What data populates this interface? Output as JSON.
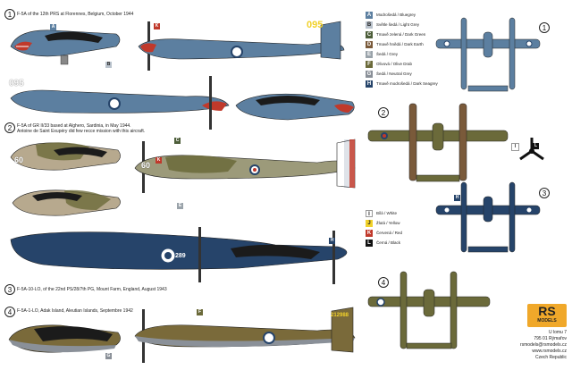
{
  "colors": {
    "blue_grey": "#5c7fa0",
    "light_grey": "#b9c2cc",
    "dark_green": "#4d5e3a",
    "dark_earth": "#7a5a3a",
    "grey": "#9aa3aa",
    "olive_drab": "#6b6a3a",
    "neutral_grey": "#8a9098",
    "dark_sea_blue": "#26446a",
    "white": "#ffffff",
    "yellow": "#f1d12a",
    "red": "#c0392b",
    "black": "#111111"
  },
  "legend": [
    {
      "code": "A",
      "label": "Modrošedá / Bluegrey",
      "color": "#5c7fa0"
    },
    {
      "code": "B",
      "label": "Světle šedá / Light Grey",
      "color": "#b9c2cc"
    },
    {
      "code": "C",
      "label": "Tmavě zelená / Dark Green",
      "color": "#4d5e3a"
    },
    {
      "code": "D",
      "label": "Tmavě hnědá / Dark Earth",
      "color": "#7a5a3a"
    },
    {
      "code": "E",
      "label": "Šedá / Grey",
      "color": "#9aa3aa"
    },
    {
      "code": "F",
      "label": "Olivová / Olive Drab",
      "color": "#6b6a3a"
    },
    {
      "code": "G",
      "label": "Šedá / Neutral Grey",
      "color": "#8a9098"
    },
    {
      "code": "H",
      "label": "Tmavě modrošedá / Dark Seagrey",
      "color": "#26446a"
    }
  ],
  "legend2": [
    {
      "code": "I",
      "label": "Bílá / White",
      "color": "#ffffff"
    },
    {
      "code": "J",
      "label": "Žlutá / Yellow",
      "color": "#f1d12a"
    },
    {
      "code": "K",
      "label": "Červená / Red",
      "color": "#c0392b"
    },
    {
      "code": "L",
      "label": "Černá / Black",
      "color": "#111111"
    }
  ],
  "schemes": [
    {
      "number": "1",
      "caption": "F-5A of the 12th PRS at Florennes, Belgium, October 1944"
    },
    {
      "number": "2",
      "caption": "F-5A of GR II/33 based at Alghero, Sardinia, in May 1944.",
      "caption2": "Antoine de Saint Exupéry did few recce mission with this aircraft."
    },
    {
      "number": "3",
      "caption": "F-5A-10-LO, of the 22nd PS/28/7th PG, Mount Farm, England, August 1943"
    },
    {
      "number": "4",
      "caption": "F-5A-1-LO, Adak Island, Aleutian Islands, Septembre 1942"
    }
  ],
  "markings": {
    "s1_code": "095",
    "s2_code": "60",
    "s3_code": "289",
    "s4_code": "212988"
  },
  "logo": {
    "top": "RS",
    "bottom": "MODELS"
  },
  "manufacturer": [
    "U lomu 7",
    "795 01 Rýmařov",
    "rsmodels@rsmodels.cz",
    "www.rsmodels.cz",
    "Czech Republic"
  ],
  "plan_numbers": [
    "1",
    "2",
    "3",
    "4"
  ]
}
